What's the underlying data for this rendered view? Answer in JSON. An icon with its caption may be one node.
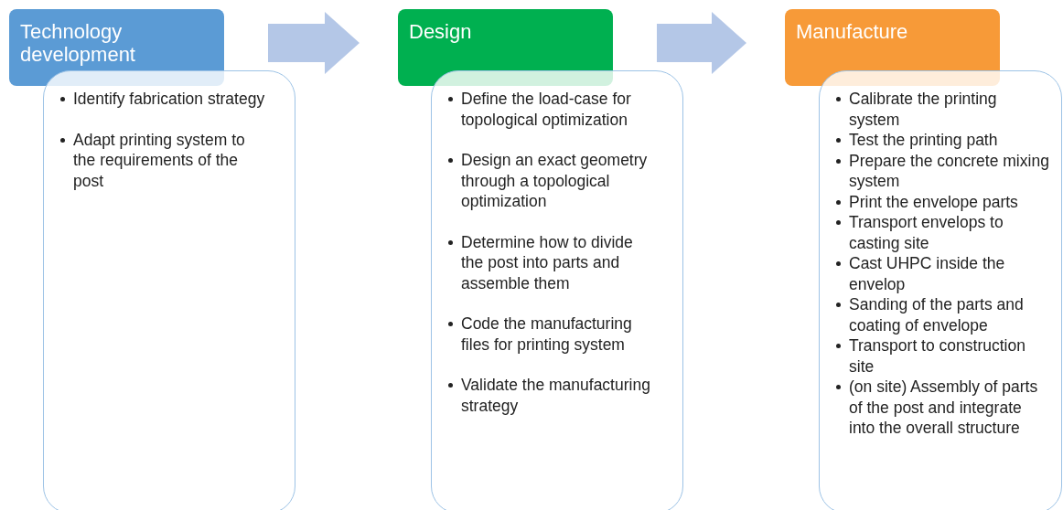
{
  "diagram": {
    "nodes": [
      {
        "text": [
          "Technology development"
        ]
      },
      {
        "text": [
          "Identify fabrication strategy",
          "Adapt printing system to the requirements of the post"
        ]
      },
      {
        "text": [
          "Design"
        ]
      },
      {
        "text": [
          "Define the load-case for topological optimization",
          "Design an exact geometry through a topological optimization",
          "Determine how to divide the post into parts and assemble them",
          "Code the manufacturing files for printing system",
          "Validate the manufacturing strategy"
        ]
      },
      {
        "text": [
          "Manufacture"
        ]
      },
      {
        "text": [
          "Calibrate the printing system",
          "Test the printing path",
          "Prepare the concrete mixing system",
          "Print the envelope parts",
          "Transport envelops to casting site",
          "Cast UHPC inside the envelop",
          "Sanding of the parts and coating of envelope",
          "Transport to construction site",
          "(on site) Assembly of parts of the post and integrate into the overall structure"
        ]
      }
    ],
    "edges": [
      {
        "from": 0,
        "to": 2,
        "arrow": "to"
      },
      {
        "from": 2,
        "to": 4,
        "arrow": "to"
      }
    ]
  }
}
